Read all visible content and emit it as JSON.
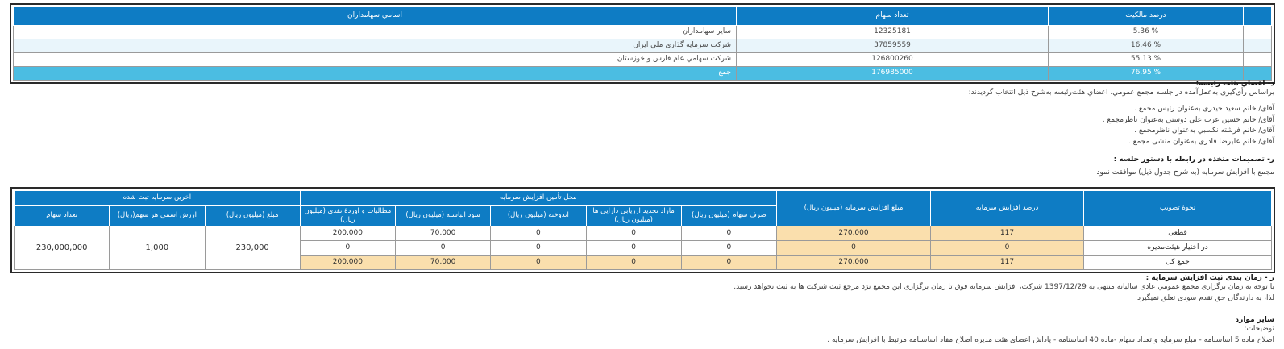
{
  "shareholders_table": {
    "columns": [
      {
        "key": "percent",
        "label": "درصد مالکيت"
      },
      {
        "key": "shares",
        "label": "تعداد سهام"
      },
      {
        "key": "name",
        "label": "اسامي سهامداران"
      }
    ],
    "rows": [
      {
        "percent": "% 5.36",
        "shares": "12325181",
        "name": "ساير سهامداران"
      },
      {
        "percent": "% 16.46",
        "shares": "37859559",
        "name": "شرکت سرمايه گذاری ملي ايران"
      },
      {
        "percent": "% 55.13",
        "shares": "126800260",
        "name": "شرکت سهامي عام فارس و خوزستان"
      }
    ],
    "total_row": {
      "percent": "% 76.95",
      "shares": "176985000",
      "name": "جمع"
    }
  },
  "board_section": {
    "heading": "د- اعضاي هئت رئيسه:",
    "intro": "براساس رأی‌گيری به‌عمل‌آمده در جلسه مجمع عمومي، اعضاي هئت‌رئيسه به‌شرح ذيل انتخاب گرديدند:",
    "members": [
      "آقای/ خانم  سعيد حيدری  به‌عنوان رئيس مجمع .",
      "آقای/ خانم  حسين عرب علي دوستي  به‌عنوان ناظرمجمع .",
      "آقای/ خانم  فرشته نکسبي  به‌عنوان ناظرمجمع .",
      "آقای/ خانم  عليرضا قادری  به‌عنوان منشی مجمع ."
    ]
  },
  "decisions_section": {
    "heading": "ر- تصميمات متخذه در رابطه با دستور جلسه :",
    "intro": "مجمع با افزايش سرمايه (به شرح جدول ذيل) موافقت نمود"
  },
  "capital_table": {
    "group_headers": {
      "sources": "محل تأمين  افزايش سرمايه",
      "registered": "آخرين سرمايه ثبت شده"
    },
    "columns": [
      {
        "key": "approval",
        "label": "نحوۀ تصويب"
      },
      {
        "key": "percent",
        "label": "درصد افزايش سرمايه"
      },
      {
        "key": "amount",
        "label": "مبلغ  افزايش سرمايه\n(ميليون ريال)"
      },
      {
        "key": "premium",
        "label": "صرف سهام\n(ميليون ريال)"
      },
      {
        "key": "revaluation",
        "label": "مازاد تجديد ارزيابی  دارايی ها\n(ميليون ريال)"
      },
      {
        "key": "reserve",
        "label": "اندوخته\n(ميليون ريال)"
      },
      {
        "key": "retained",
        "label": "سود انباشته\n(ميليون ريال)"
      },
      {
        "key": "claims",
        "label": "مطالبات و اوردۀ نقدی\n(ميليون ريال)"
      },
      {
        "key": "reg_amount",
        "label": "مبلغ\n(ميليون ريال)"
      },
      {
        "key": "reg_nominal",
        "label": "ارزش اسمي هر سهم(ريال)"
      },
      {
        "key": "reg_shares",
        "label": "تعداد سهام"
      }
    ],
    "rows": [
      {
        "approval": "قطعی",
        "percent": "117",
        "amount": "270,000",
        "premium": "0",
        "revaluation": "0",
        "reserve": "0",
        "retained": "70,000",
        "claims": "200,000"
      },
      {
        "approval": "در اختيار هيئت‌مديره",
        "percent": "0",
        "amount": "0",
        "premium": "0",
        "revaluation": "0",
        "reserve": "0",
        "retained": "0",
        "claims": "0"
      },
      {
        "approval": "جمع کل",
        "percent": "117",
        "amount": "270,000",
        "premium": "0",
        "revaluation": "0",
        "reserve": "0",
        "retained": "70,000",
        "claims": "200,000"
      }
    ],
    "registered": {
      "reg_amount": "230,000",
      "reg_nominal": "1,000",
      "reg_shares": "230,000,000"
    }
  },
  "timing_section": {
    "heading": "ر - زمان بندی ثبت افزايش سرمايه :",
    "line1": "با توجه به زمان برگزاری مجمع عمومي عادی ساليانه منتهی به 1397/12/29  شرکت، افزايش سرمايه فوق تا زمان برگزاری اين مجمع نزد مرجع ثبت شرکت ها به ثبت نخواهد رسيد.",
    "line2": "لذا، به دارندگان حق تقدم سودی تعلق نميگيرد."
  },
  "other_section": {
    "heading": "ساير موارد",
    "sublabel": "توضيحات:",
    "text": "اصلاح ماده 5 اساسنامه - مبلغ سرمايه و تعداد سهام -ماده 40 اساسنامه - پاداش اعضای هئت مديره اصلاح مفاد اساسنامه مرتبط با افزايش سرمايه ."
  },
  "colors": {
    "header_blue": "#0e7cc4",
    "total_cyan": "#4bbde2",
    "alt_row": "#e9f5fb",
    "amber_cell": "#fadfad",
    "border": "#9a9a9a",
    "outer_border": "#2a2a2a"
  }
}
